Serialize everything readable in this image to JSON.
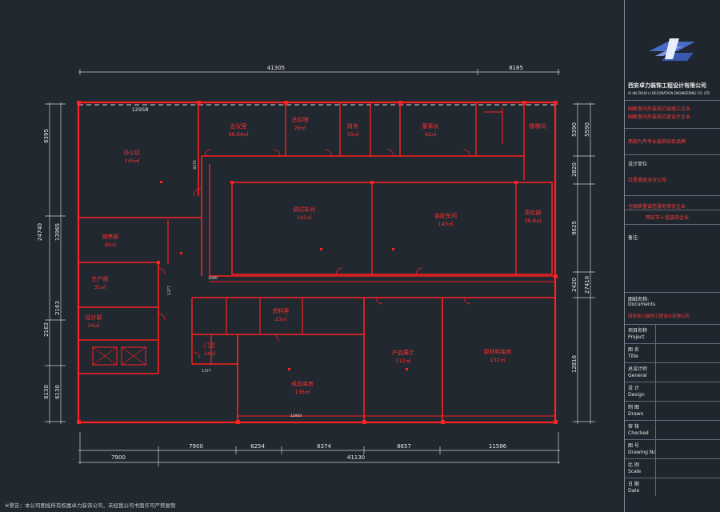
{
  "plan": {
    "dims_top": [
      "41305",
      "8185"
    ],
    "dims_bottom_row1": [
      "7900",
      "6254",
      "6374",
      "8657",
      "11586"
    ],
    "dims_bottom_row2": [
      "7900",
      "41130"
    ],
    "dims_left": [
      "6395",
      "24740",
      "13965",
      "2163",
      "2163",
      "6130",
      "6130"
    ],
    "dims_right": [
      "5390",
      "5590",
      "2820",
      "9625",
      "2420",
      "27410",
      "12816"
    ],
    "inner_dims": [
      "12958",
      "8270",
      "2080",
      "1377",
      "1377",
      "12950"
    ],
    "rooms": [
      {
        "name": "办公区",
        "area": "145㎡"
      },
      {
        "name": "会议室",
        "area": "46.84㎡"
      },
      {
        "name": "总经理",
        "area": "29㎡"
      },
      {
        "name": "财务",
        "area": "35㎡"
      },
      {
        "name": "董事长",
        "area": "42㎡"
      },
      {
        "name": "楼梯间",
        "area": ""
      },
      {
        "name": "调试车间",
        "area": "143㎡"
      },
      {
        "name": "装配车间",
        "area": "143㎡"
      },
      {
        "name": "质检部",
        "area": "38.8㎡"
      },
      {
        "name": "销售部",
        "area": "40㎡"
      },
      {
        "name": "生产部",
        "area": "31㎡"
      },
      {
        "name": "设计部",
        "area": "34㎡"
      },
      {
        "name": "资料室",
        "area": "23㎡"
      },
      {
        "name": "门卫",
        "area": "24㎡"
      },
      {
        "name": "产品展示",
        "area": "112㎡"
      },
      {
        "name": "原材料库房",
        "area": "151㎡"
      },
      {
        "name": "成品库房",
        "area": "136㎡"
      }
    ]
  },
  "titleblock": {
    "company": "西安卓力装饰工程设计有限公司",
    "company_en": "XI AN ZHUO LI DECORATION ENGINEERING CO. LTD",
    "qualifications": [
      "国家室内外装饰乙级施工企业",
      "国家室内外装饰乙级设计企业"
    ],
    "brand": "西部九年专业装饰知名品牌",
    "client_label": "设计单位",
    "client": "红星美凯龙分公司",
    "honor1": "全国质量诚信服务双优企业",
    "honor2": "西安市十佳装饰企业",
    "remarks_label": "备注:",
    "drawing_label": "图纸名称:",
    "drawing_label_en": "Documents",
    "drawing_value": "西安卓力装饰工程设计有限公司",
    "fields": [
      {
        "cn": "项目名称",
        "en": "Project"
      },
      {
        "cn": "图 名",
        "en": "Title"
      },
      {
        "cn": "总设计师",
        "en": "General"
      },
      {
        "cn": "设 计",
        "en": "Design"
      },
      {
        "cn": "制 图",
        "en": "Drawn"
      },
      {
        "cn": "审 核",
        "en": "Checked"
      },
      {
        "cn": "图 号",
        "en": "Drawing No"
      },
      {
        "cn": "比 例",
        "en": "Scale"
      },
      {
        "cn": "日 期",
        "en": "Date"
      }
    ]
  },
  "notice": "※警告：本公司图纸所有权属卓力装饰公司，未经我公司书面许可严禁复制",
  "colors": {
    "background": "#212830",
    "wall": "#ff2020",
    "dim": "#e8e8e8",
    "logo": "#4a6cc9"
  }
}
